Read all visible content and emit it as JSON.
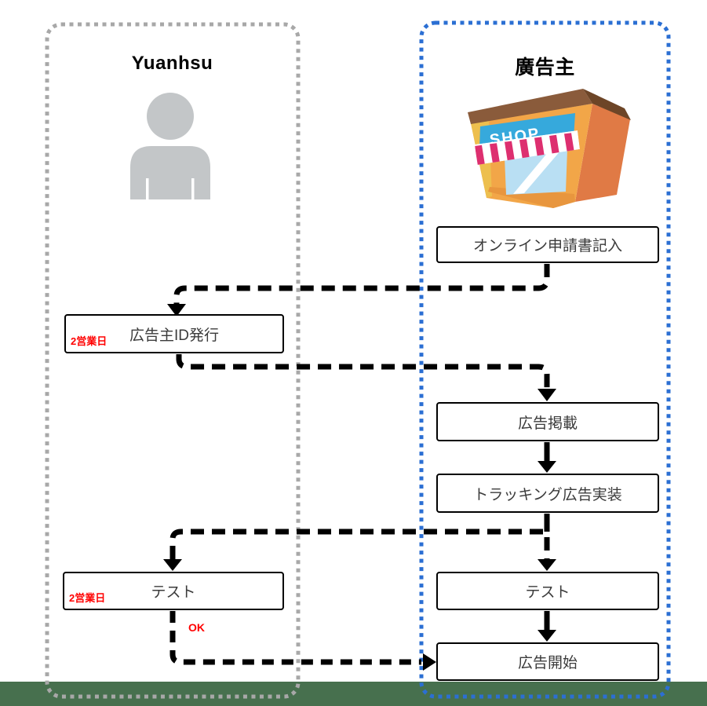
{
  "lanes": {
    "left": {
      "title": "Yuanhsu"
    },
    "right": {
      "title": "廣告主"
    }
  },
  "icons": {
    "person": "person-icon",
    "shop": "shop-icon",
    "shop_sign": "SHOP"
  },
  "flow": {
    "online_form": {
      "label": "オンライン申請書記入"
    },
    "id_issue": {
      "label": "広告主ID発行",
      "sla": "2営業日"
    },
    "ad_publish": {
      "label": "広告掲載"
    },
    "tracking": {
      "label": "トラッキング広告実装"
    },
    "test_left": {
      "label": "テスト",
      "sla": "2営業日",
      "result": "OK"
    },
    "test_right": {
      "label": "テスト"
    },
    "ad_start": {
      "label": "広告開始"
    }
  },
  "colors": {
    "lane_left_border": "#a8a8a8",
    "lane_right_border": "#2b6fd3",
    "footer_band": "#47704e",
    "annotation_red": "#ff0000",
    "connector_black": "#000000",
    "person_gray": "#c3c6c8",
    "shop_facade_orange": "#f2a648",
    "shop_sign_blue": "#36a9dc",
    "shop_awning_pink": "#dd2f6f"
  }
}
